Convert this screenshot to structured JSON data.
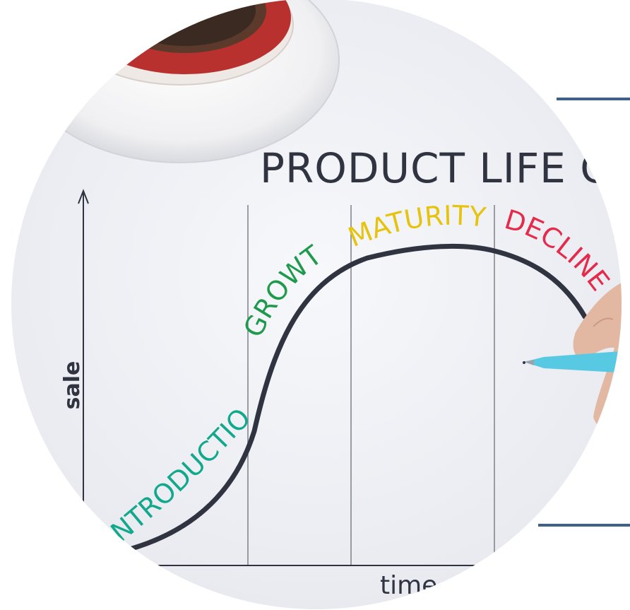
{
  "title": "PRODUCT LIFE CYCL",
  "axes": {
    "y_label": "sale",
    "x_label": "time"
  },
  "stages": [
    {
      "label": "INTRODUCTION",
      "color": "#12a88c"
    },
    {
      "label": "GROWTH",
      "color": "#1f9a4d"
    },
    {
      "label": "MATURITY",
      "color": "#e6c30e"
    },
    {
      "label": "DECLINE",
      "color": "#e52b4b"
    }
  ],
  "colors": {
    "curve": "#2f3440",
    "paper": "#eef0f5",
    "accent": "#3f6189",
    "cup_rim": "#b8312f",
    "pen": "#58c9e3"
  },
  "icons": [
    "coffee-cup-icon",
    "pen-icon",
    "hand-icon"
  ]
}
